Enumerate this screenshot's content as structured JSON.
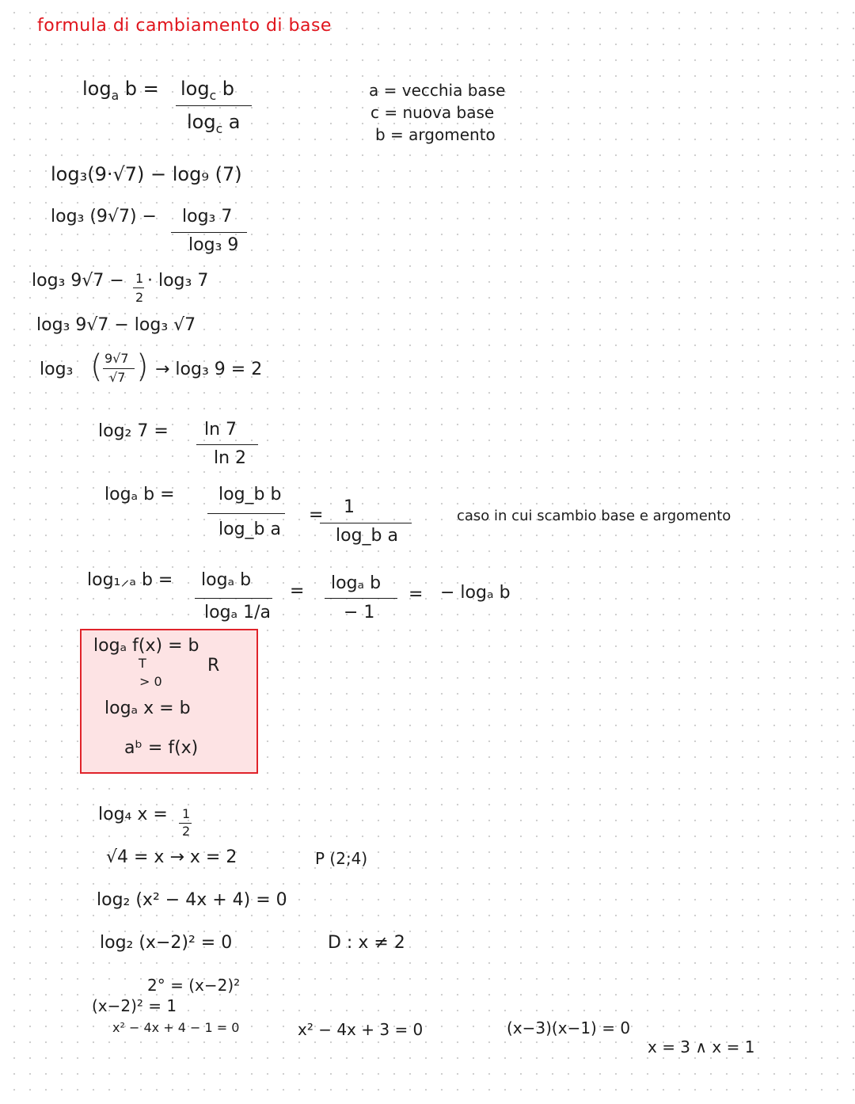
{
  "title": "formula di cambiamento di base",
  "rule": {
    "lhs_log": "log",
    "lhs_base": "a",
    "lhs_arg": "b =",
    "num": "log",
    "num_base": "c",
    "num_arg": " b",
    "den": "log",
    "den_base": "c",
    "den_arg": " a"
  },
  "legend": {
    "line1": "a = vecchia base",
    "line2": "c = nuova base",
    "line3": "b = argomento"
  },
  "ex1": {
    "line1": "log₃(9·√7) − log₉ (7)",
    "line2": "log₃ (9√7) −",
    "frac_num": "log₃ 7",
    "frac_den": "log₃ 9",
    "line3_a": "log₃ 9√7  −",
    "line3_half_num": "1",
    "line3_half_den": "2",
    "line3_b": "· log₃ 7",
    "line4": "log₃ 9√7  −  log₃ √7",
    "line5_a": "log₃",
    "line5_frac_num": "9√7",
    "line5_frac_den": "√7",
    "line5_b": "→  log₃ 9  = 2"
  },
  "ex2": {
    "lhs": "log₂ 7  =",
    "num": "ln 7",
    "den": "ln 2"
  },
  "swap": {
    "lhs": "logₐ b  =",
    "num": "log_b b",
    "den": "log_b a",
    "eq": "=",
    "num2": "1",
    "den2": "log_b a",
    "note": "caso in cui scambio base e argomento"
  },
  "recip": {
    "lhs": "log₁⸝ₐ b  =",
    "num": "logₐ b",
    "den": "logₐ 1/a",
    "eq": "=",
    "num2": "logₐ b",
    "den2": "− 1",
    "eq2": "=",
    "result": "− logₐ b"
  },
  "box": {
    "line1": "logₐ f(x) = b",
    "arrow_up": "T",
    "gt0": "> 0",
    "real": "R",
    "line2": "logₐ x = b",
    "line3": "aᵇ = f(x)"
  },
  "ex3": {
    "lhs": "log₄ x  =",
    "half_num": "1",
    "half_den": "2",
    "line2": "√4 = x  → x = 2",
    "point": "P (2;4)"
  },
  "ex4": {
    "line1": "log₂ (x² − 4x + 4) = 0",
    "line2": "log₂ (x−2)² = 0",
    "domain": "D : x ≠ 2",
    "line3": "2° = (x−2)²",
    "line4": "(x−2)² = 1",
    "line5": "x² − 4x + 4 − 1 = 0",
    "line6": "x² − 4x + 3 = 0",
    "line7": "(x−3)(x−1) = 0",
    "line8": "x = 3 ∧ x = 1"
  },
  "colors": {
    "title": "#e0141c",
    "box_border": "#e0232a",
    "box_fill": "#fde3e4",
    "ink": "#1c1c1c"
  }
}
